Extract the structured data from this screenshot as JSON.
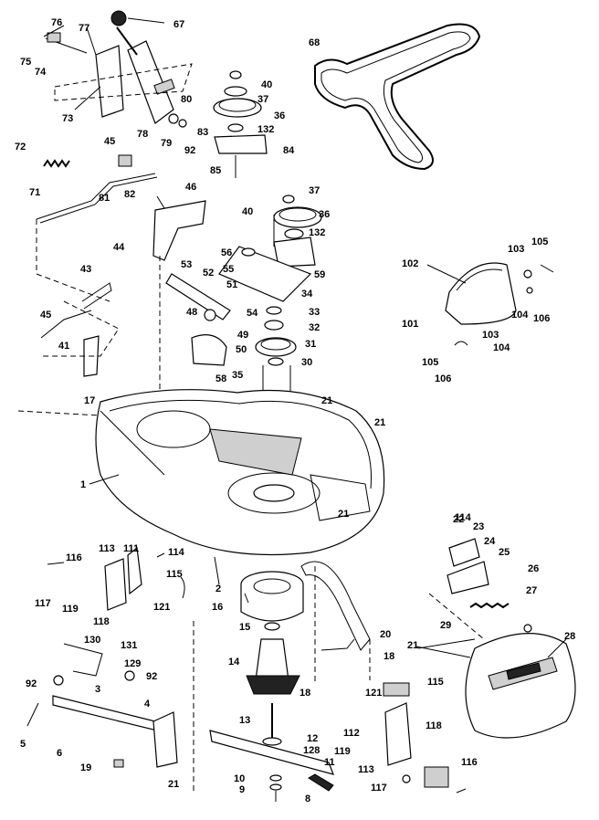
{
  "diagram": {
    "labels": [
      "76",
      "67",
      "77",
      "75",
      "74",
      "73",
      "80",
      "78",
      "79",
      "92",
      "40",
      "37",
      "36",
      "83",
      "132",
      "84",
      "85",
      "68",
      "72",
      "45",
      "81",
      "82",
      "71",
      "46",
      "44",
      "40",
      "37",
      "36",
      "56",
      "132",
      "55",
      "59",
      "53",
      "52",
      "51",
      "34",
      "48",
      "54",
      "33",
      "49",
      "50",
      "32",
      "31",
      "58",
      "35",
      "30",
      "102",
      "103",
      "105",
      "101",
      "104",
      "106",
      "103",
      "104",
      "105",
      "106",
      "43",
      "45",
      "41",
      "17",
      "21",
      "21",
      "21",
      "1",
      "16",
      "2",
      "15",
      "20",
      "14",
      "18",
      "18",
      "13",
      "12",
      "128",
      "11",
      "10",
      "9",
      "8",
      "116",
      "113",
      "111",
      "114",
      "115",
      "117",
      "119",
      "118",
      "121",
      "130",
      "131",
      "129",
      "92",
      "3",
      "92",
      "5",
      "6",
      "4",
      "19",
      "21",
      "22",
      "23",
      "24",
      "25",
      "26",
      "27",
      "28",
      "29",
      "21",
      "114",
      "121",
      "115",
      "112",
      "118",
      "119",
      "113",
      "117",
      "116"
    ],
    "colors": {
      "ink": "#000000",
      "paper": "#ffffff",
      "shade": "#222222",
      "light": "#cfcfcf"
    }
  }
}
